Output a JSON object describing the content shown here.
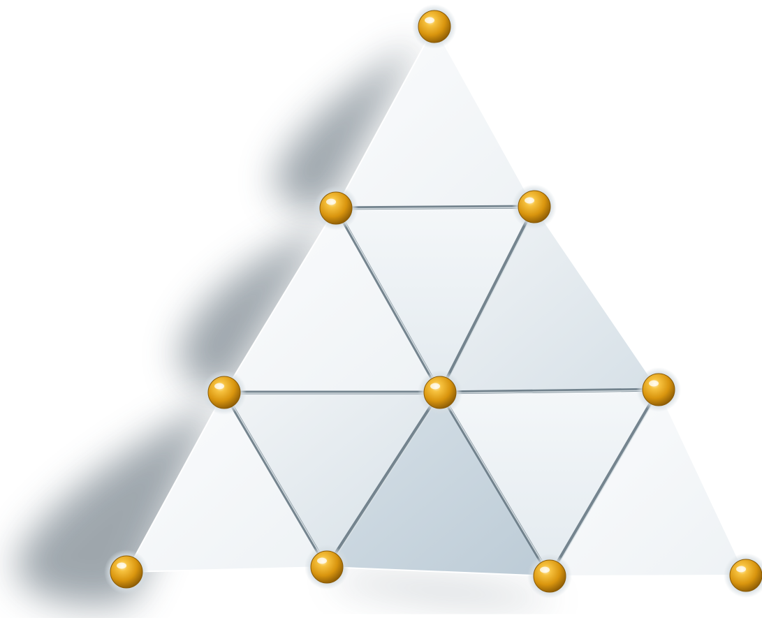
{
  "diagram": {
    "kind": "triangular-lattice",
    "rows": 3,
    "panel_count": 9,
    "node_count": 10,
    "colors": {
      "background": "#ffffff",
      "panel_light": "#f7f9fb",
      "panel_mid": "#dfe6eb",
      "panel_dark": "#c2d0da",
      "seam": "#5e707c",
      "shadow": "#4f5f6a",
      "node_highlight": "#ffe9a8",
      "node_base": "#d9950e",
      "node_rim": "#8a5a05",
      "node_halo": "#d5dde2"
    },
    "nodes": [
      {
        "id": "n0",
        "icon": "gold-sphere-icon"
      },
      {
        "id": "n1",
        "icon": "gold-sphere-icon"
      },
      {
        "id": "n2",
        "icon": "gold-sphere-icon"
      },
      {
        "id": "n3",
        "icon": "gold-sphere-icon"
      },
      {
        "id": "n4",
        "icon": "gold-sphere-icon"
      },
      {
        "id": "n5",
        "icon": "gold-sphere-icon"
      },
      {
        "id": "n6",
        "icon": "gold-sphere-icon"
      },
      {
        "id": "n7",
        "icon": "gold-sphere-icon"
      },
      {
        "id": "n8",
        "icon": "gold-sphere-icon"
      },
      {
        "id": "n9",
        "icon": "gold-sphere-icon"
      }
    ],
    "panels": [
      {
        "id": "p0",
        "orientation": "up",
        "vertices": [
          "n0",
          "n1",
          "n2"
        ],
        "tone": "light"
      },
      {
        "id": "p1",
        "orientation": "up",
        "vertices": [
          "n1",
          "n3",
          "n4"
        ],
        "tone": "light"
      },
      {
        "id": "p2",
        "orientation": "down",
        "vertices": [
          "n1",
          "n2",
          "n4"
        ],
        "tone": "light"
      },
      {
        "id": "p3",
        "orientation": "up",
        "vertices": [
          "n2",
          "n4",
          "n5"
        ],
        "tone": "mid"
      },
      {
        "id": "p4",
        "orientation": "up",
        "vertices": [
          "n3",
          "n6",
          "n7"
        ],
        "tone": "light"
      },
      {
        "id": "p5",
        "orientation": "down",
        "vertices": [
          "n3",
          "n4",
          "n7"
        ],
        "tone": "mid"
      },
      {
        "id": "p6",
        "orientation": "up",
        "vertices": [
          "n4",
          "n7",
          "n8"
        ],
        "tone": "dark"
      },
      {
        "id": "p7",
        "orientation": "down",
        "vertices": [
          "n4",
          "n5",
          "n8"
        ],
        "tone": "light"
      },
      {
        "id": "p8",
        "orientation": "up",
        "vertices": [
          "n5",
          "n8",
          "n9"
        ],
        "tone": "light"
      }
    ]
  }
}
